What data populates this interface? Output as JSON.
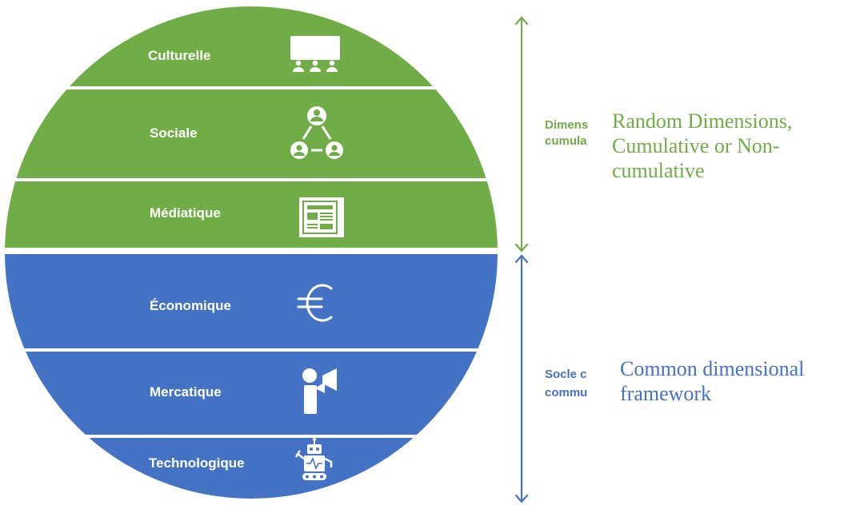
{
  "colors": {
    "green": "#70ad47",
    "green_dark": "#5e9a3b",
    "blue": "#4472c4",
    "blue_dark": "#2f5aa8",
    "divider": "#ffffff"
  },
  "layers": [
    {
      "label": "Culturelle",
      "icon": "audience-icon",
      "group": "random"
    },
    {
      "label": "Sociale",
      "icon": "social-network-icon",
      "group": "random"
    },
    {
      "label": "Médiatique",
      "icon": "newspaper-icon",
      "group": "random"
    },
    {
      "label": "Économique",
      "icon": "euro-icon",
      "group": "common"
    },
    {
      "label": "Mercatique",
      "icon": "megaphone-icon",
      "group": "common"
    },
    {
      "label": "Technologique",
      "icon": "robot-icon",
      "group": "common"
    }
  ],
  "side_labels": {
    "random": {
      "original_line1": "Dimens",
      "original_line2": "cumula",
      "overlay_lines": [
        "Random Dimensions,",
        "Cumulative or Non-",
        "cumulative"
      ]
    },
    "common": {
      "original_line1": "Socle c",
      "original_line2": "commu",
      "overlay_lines": [
        "Common dimensional",
        "framework"
      ]
    }
  }
}
